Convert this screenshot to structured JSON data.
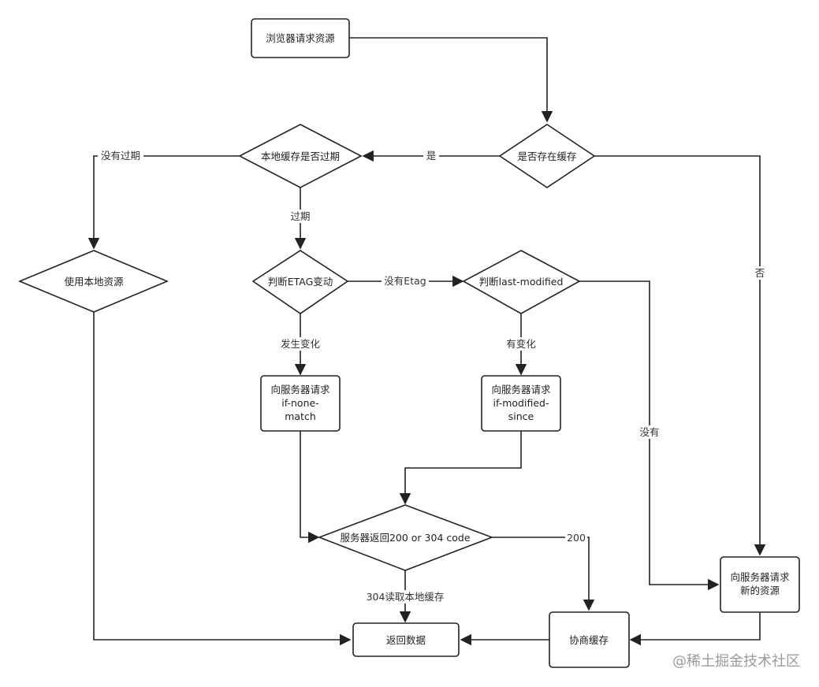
{
  "nodes": {
    "browser_request": "浏览器请求资源",
    "has_cache": "是否存在缓存",
    "cache_expired": "本地缓存是否过期",
    "use_local": "使用本地资源",
    "check_etag": "判断ETAG变动",
    "check_last_modified": "判断last-modified",
    "req_if_none_match": [
      "向服务器请求",
      "if-none-",
      "match"
    ],
    "req_if_modified_since": [
      "向服务器请求",
      "if-modified-",
      "since"
    ],
    "server_returns": "服务器返回200 or 304 code",
    "req_new_resource": [
      "向服务器请求",
      "新的资源"
    ],
    "negotiate_cache": "协商缓存",
    "return_data": "返回数据"
  },
  "edge_labels": {
    "yes": "是",
    "no": "否",
    "not_expired": "没有过期",
    "expired": "过期",
    "no_etag": "没有Etag",
    "changed": "发生变化",
    "has_change": "有变化",
    "none": "没有",
    "code_200": "200",
    "code_304": "304读取本地缓存"
  },
  "watermark": "@稀土掘金技术社区"
}
